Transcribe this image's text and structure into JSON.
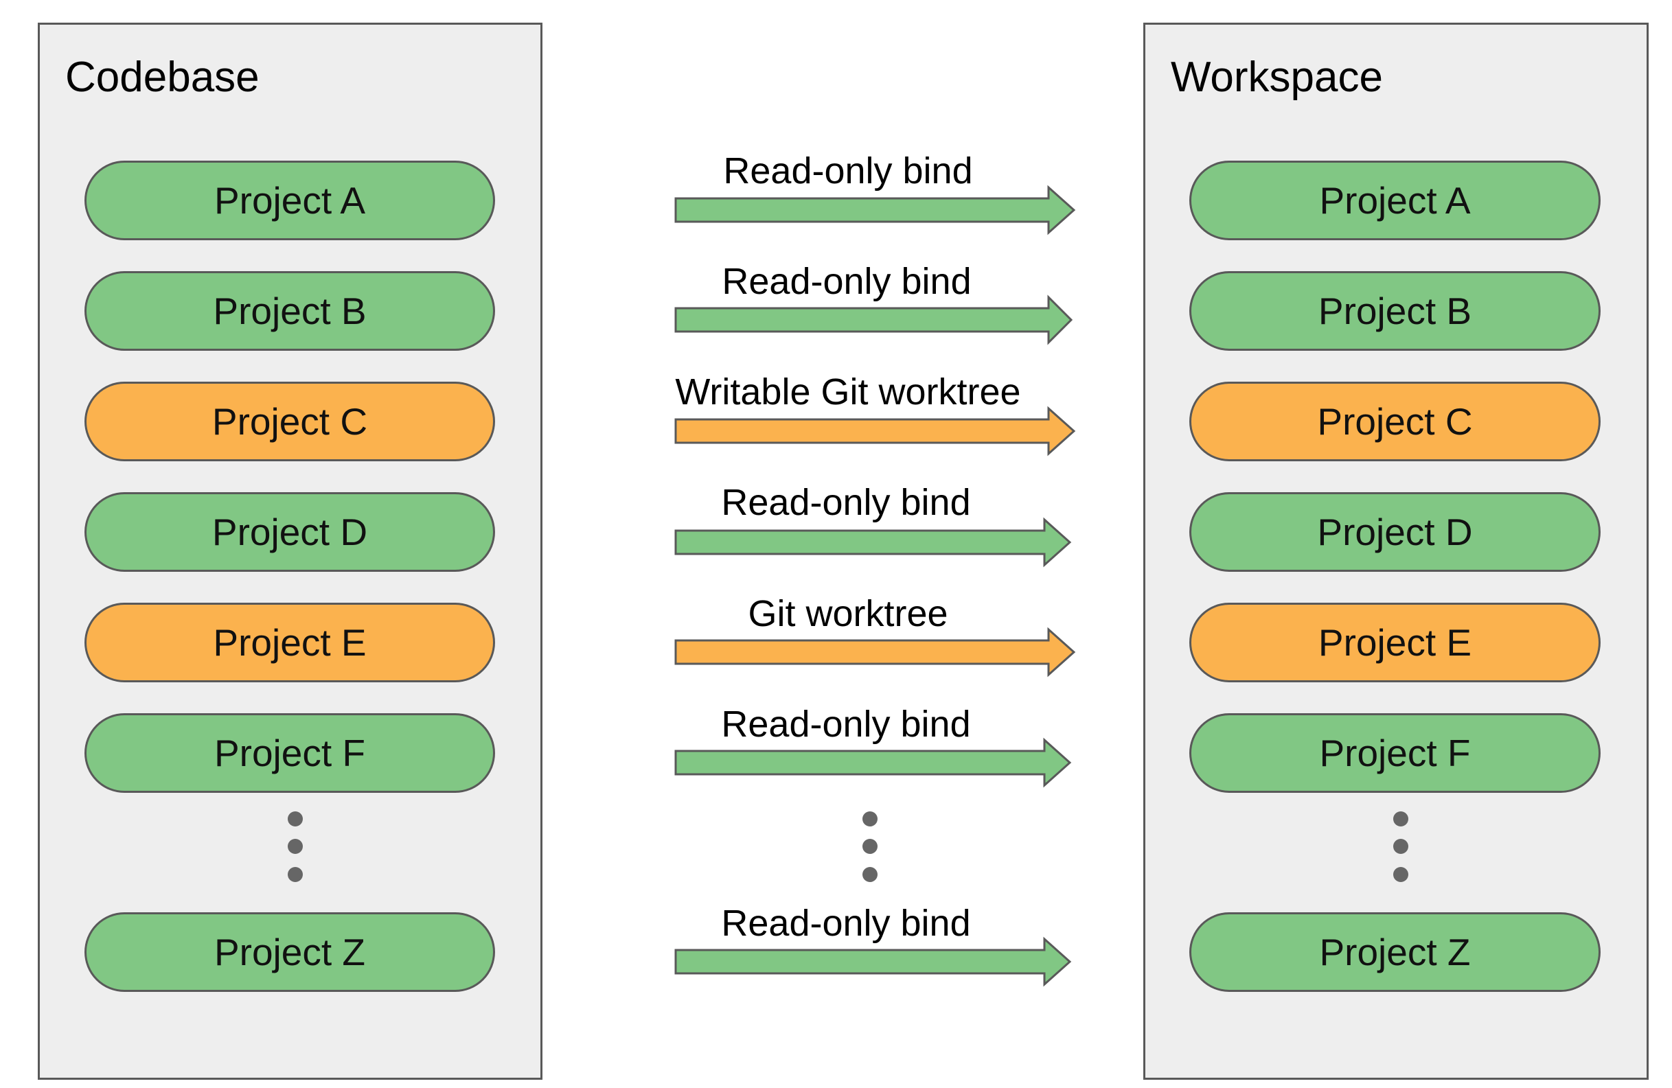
{
  "colors": {
    "green": "#81c784",
    "orange": "#fbb24e",
    "panel_bg": "#eeeeee",
    "border": "#595959",
    "dots": "#666666"
  },
  "codebase": {
    "title": "Codebase",
    "projects": [
      {
        "label": "Project A",
        "color": "green"
      },
      {
        "label": "Project B",
        "color": "green"
      },
      {
        "label": "Project C",
        "color": "orange"
      },
      {
        "label": "Project D",
        "color": "green"
      },
      {
        "label": "Project E",
        "color": "orange"
      },
      {
        "label": "Project F",
        "color": "green"
      },
      {
        "label": "Project Z",
        "color": "green"
      }
    ]
  },
  "workspace": {
    "title": "Workspace",
    "projects": [
      {
        "label": "Project A",
        "color": "green"
      },
      {
        "label": "Project B",
        "color": "green"
      },
      {
        "label": "Project C",
        "color": "orange"
      },
      {
        "label": "Project D",
        "color": "green"
      },
      {
        "label": "Project E",
        "color": "orange"
      },
      {
        "label": "Project F",
        "color": "green"
      },
      {
        "label": "Project Z",
        "color": "green"
      }
    ]
  },
  "connections": [
    {
      "label": "Read-only bind",
      "color": "green"
    },
    {
      "label": "Read-only bind",
      "color": "green"
    },
    {
      "label": "Writable Git worktree",
      "color": "orange"
    },
    {
      "label": "Read-only bind",
      "color": "green"
    },
    {
      "label": "Git worktree",
      "color": "orange"
    },
    {
      "label": "Read-only bind",
      "color": "green"
    },
    {
      "label": "Read-only bind",
      "color": "green"
    }
  ]
}
